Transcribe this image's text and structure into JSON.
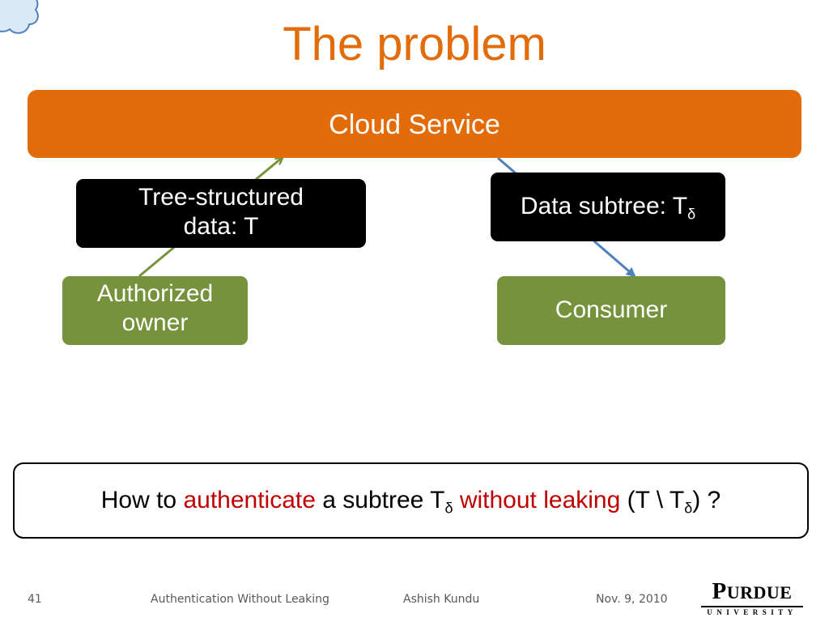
{
  "slide": {
    "title": "The problem"
  },
  "diagram": {
    "service_label": "Cloud Service",
    "tree_data_line1": "Tree-structured",
    "tree_data_line2": "data: T",
    "subtree_label": "Data subtree: T",
    "subtree_subscript": "δ",
    "owner_line1": "Authorized",
    "owner_line2": "owner",
    "consumer_label": "Consumer",
    "colors": {
      "accent": "#e36c0a",
      "green": "#76923c",
      "arrow_up": "#77933c",
      "arrow_down": "#4f81bd",
      "highlight_red": "#c00000"
    }
  },
  "question": {
    "part1": "How to ",
    "highlight1": "authenticate",
    "part2": " a subtree T",
    "sub1": "δ",
    "highlight2": " without leaking",
    "part3": " (T \\ T",
    "sub2": "δ",
    "part4": ") ?"
  },
  "footer": {
    "page_number": "41",
    "talk_title": "Authentication  Without Leaking",
    "author": "Ashish Kundu",
    "date": "Nov. 9, 2010",
    "logo_main_initial": "P",
    "logo_main_rest": "URDUE",
    "logo_sub": "UNIVERSITY"
  },
  "icons": {
    "corner_decoration": "cloud-icon"
  }
}
